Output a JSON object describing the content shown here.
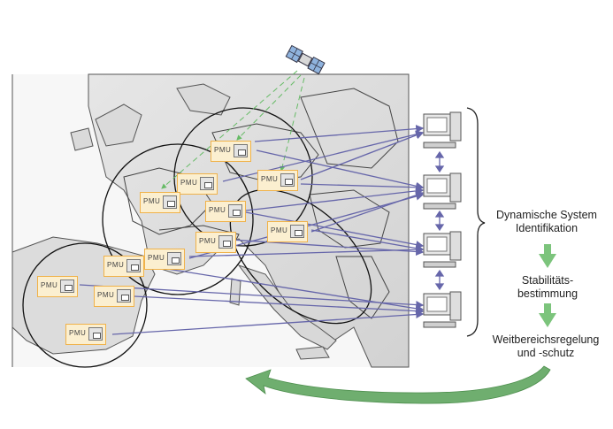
{
  "pmu": {
    "label": "PMU"
  },
  "steps": {
    "identification": "Dynamische System Identifikation",
    "stability": "Stabilitäts-\nbestimmung",
    "control": "Weitbereichsregelung\nund -schutz"
  },
  "colors": {
    "link": "#6666aa",
    "pmu_fill": "#fbefd0",
    "pmu_border": "#f0b24a",
    "flow_arrow": "#7cc47c",
    "loop_arrow": "#6fae6f",
    "satellite_link": "#66bb66"
  },
  "icons": [
    "satellite-icon",
    "computer-icon",
    "pmu-device-icon"
  ]
}
